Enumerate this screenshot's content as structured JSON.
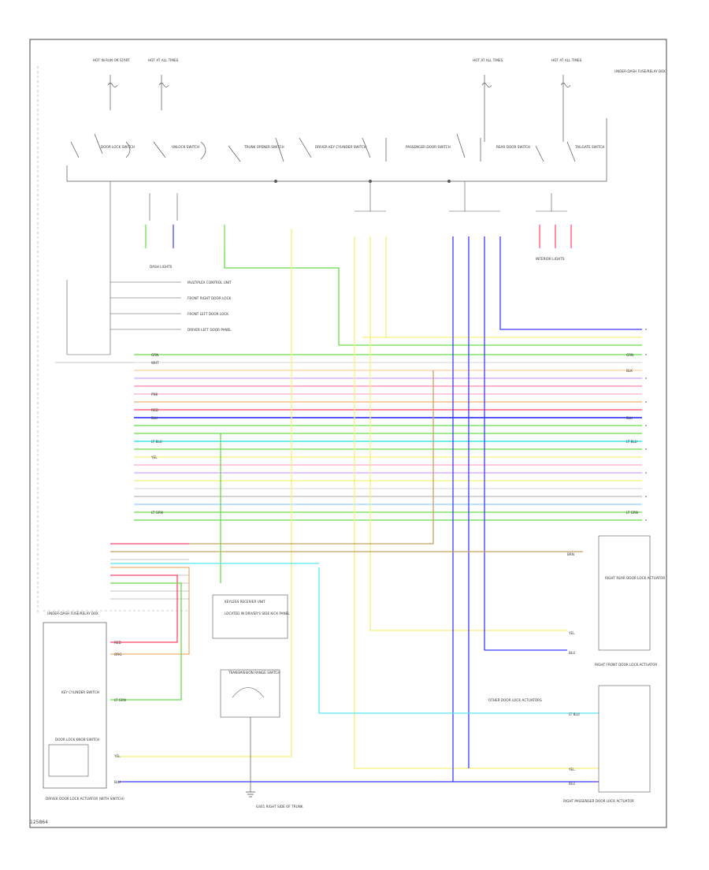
{
  "diagram": {
    "footer_code": "125864",
    "labels": {
      "top_fuse_1": "HOT IN RUN OR START",
      "top_fuse_2": "HOT AT ALL TIMES",
      "top_fuse_3": "HOT AT ALL TIMES",
      "top_fuse_4": "HOT AT ALL TIMES",
      "top_right_note": "UNDER-DASH FUSE/RELAY BOX",
      "sw_door_lock": "DOOR LOCK SWITCH",
      "sw_unlock": "UNLOCK SWITCH",
      "sw_trunk": "TRUNK OPENER SWITCH",
      "sw_driver_key": "DRIVER KEY CYLINDER SWITCH",
      "sw_passenger": "PASSENGER DOOR SWITCH",
      "sw_rear": "REAR DOOR SWITCH",
      "sw_tailgate": "TAILGATE SWITCH",
      "dash_lights": "DASH LIGHTS",
      "interior_lights": "INTERIOR LIGHTS",
      "multiplex_1": "MULTIPLEX CONTROL UNIT",
      "multiplex_2": "FRONT RIGHT DOOR LOCK",
      "multiplex_3": "FRONT LEFT DOOR LOCK",
      "multiplex_4": "DRIVER LEFT DOOR PANEL",
      "under_dash_note": "UNDER-DASH FUSE/RELAY BOX",
      "driver_door_lock": "DRIVER DOOR LOCK ACTUATOR (WITH SWITCH)",
      "key_cyl_lower": "KEY CYLINDER SWITCH",
      "door_lock_knob": "DOOR LOCK KNOB SWITCH",
      "keyless_receiver": "KEYLESS RECEIVER UNIT",
      "keyless_note": "LOCATED IN DRIVER'S SIDE KICK PANEL",
      "trans_range": "TRANSMISSION RANGE SWITCH",
      "ground_note": "G401 RIGHT SIDE OF TRUNK",
      "right_rear_lock": "RIGHT REAR DOOR LOCK ACTUATOR",
      "right_front_lock": "RIGHT FRONT DOOR LOCK ACTUATOR",
      "other_doors": "OTHER DOOR LOCK ACTUATORS",
      "right_pass_lock": "RIGHT PASSENGER DOOR LOCK ACTUATOR",
      "wire_blk": "BLK",
      "wire_grn": "GRN",
      "wire_yel": "YEL",
      "wire_blu": "BLU",
      "wire_red": "RED",
      "wire_ltgrn": "LT GRN",
      "wire_ltblu": "LT BLU",
      "wire_wht": "WHT",
      "wire_pnk": "PNK",
      "wire_brn": "BRN",
      "wire_org": "ORG"
    },
    "colors": {
      "border": "#444444",
      "wire_black": "#555555",
      "wire_green": "#66dd44",
      "wire_yellow": "#f5f07a",
      "wire_blue": "#3b3bff",
      "wire_red": "#ff4466",
      "wire_cyan": "#55e8f0",
      "wire_orange": "#f0b070",
      "wire_pink": "#ffaad0",
      "wire_violet": "#d8a0ff",
      "wire_lightblue": "#99ccff",
      "wire_tan": "#c8a060",
      "wire_grey": "#bbbbbb",
      "wire_peach": "#ffd0a0"
    }
  }
}
